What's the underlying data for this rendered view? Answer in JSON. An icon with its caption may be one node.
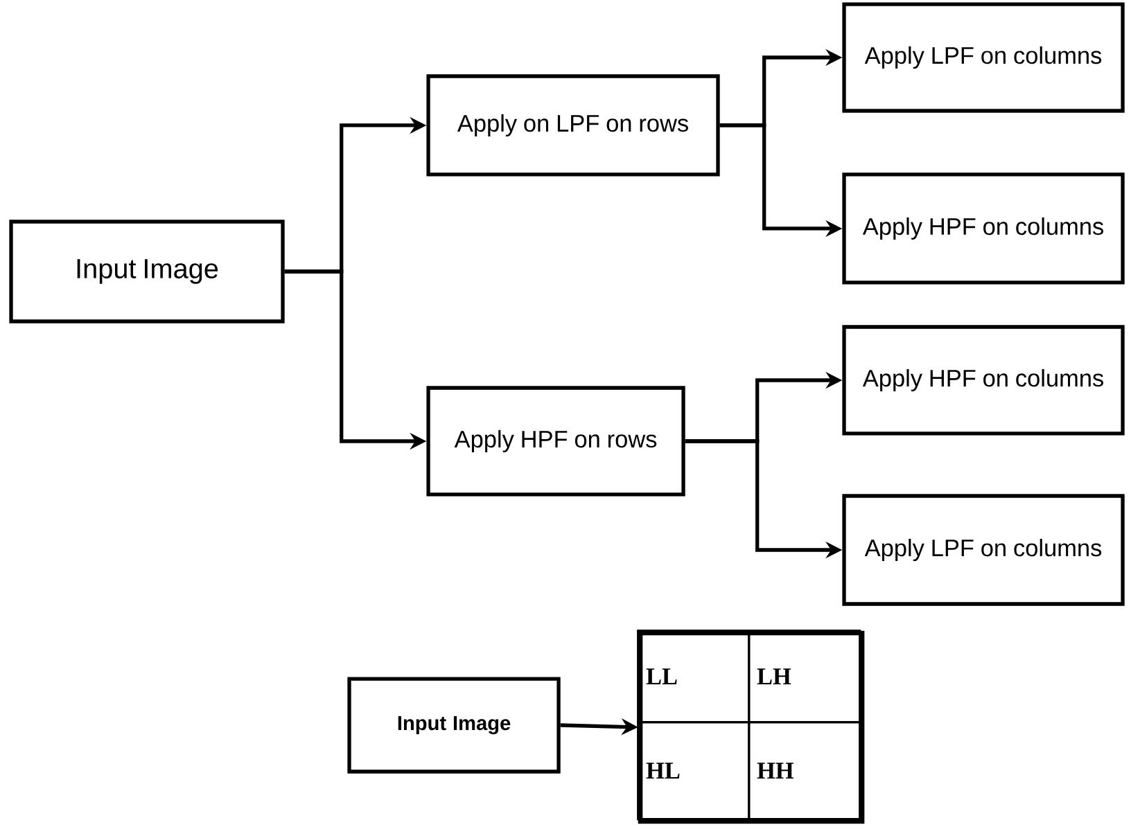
{
  "diagram": {
    "nodes": [
      {
        "text": [
          "Input Image"
        ]
      },
      {
        "text": [
          "Apply on LPF on rows"
        ]
      },
      {
        "text": [
          "Apply HPF on rows"
        ]
      },
      {
        "text": [
          "Apply LPF on columns"
        ]
      },
      {
        "text": [
          "Apply HPF on columns"
        ]
      },
      {
        "text": [
          "Apply HPF on columns"
        ]
      },
      {
        "text": [
          "Apply LPF on columns"
        ]
      },
      {
        "text": [
          "Input Image"
        ]
      },
      {
        "text": [],
        "shape": "box"
      },
      {
        "text": [
          "LL"
        ],
        "in": 8
      },
      {
        "text": [
          "LH"
        ],
        "in": 8
      },
      {
        "text": [
          "HL"
        ],
        "in": 8
      },
      {
        "text": [
          "HH"
        ],
        "in": 8
      }
    ],
    "edges": [
      {
        "from": 0,
        "to": 1,
        "arrow": "to"
      },
      {
        "from": 0,
        "to": 2,
        "arrow": "to"
      },
      {
        "from": 1,
        "to": 3,
        "arrow": "to"
      },
      {
        "from": 1,
        "to": 4,
        "arrow": "to"
      },
      {
        "from": 2,
        "to": 5,
        "arrow": "to"
      },
      {
        "from": 2,
        "to": 6,
        "arrow": "to"
      },
      {
        "from": 7,
        "to": 8,
        "arrow": "to"
      }
    ]
  }
}
